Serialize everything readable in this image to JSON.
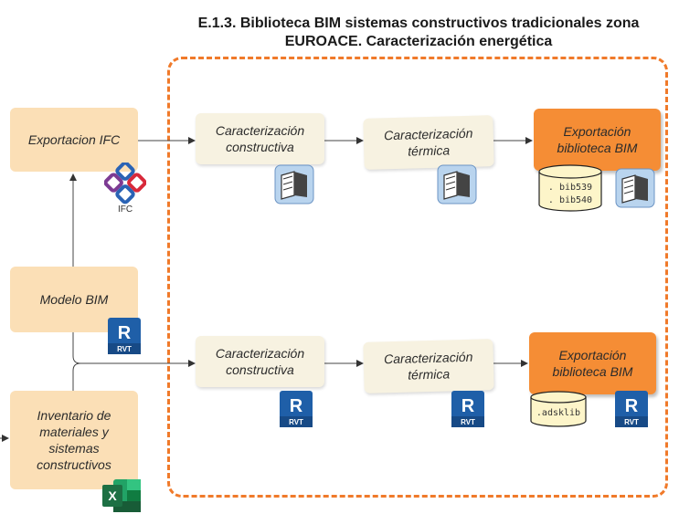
{
  "title": "E.1.3. Biblioteca BIM sistemas constructivos tradicionales zona EUROACE. Caracterización energética",
  "nodes": {
    "exportacion_ifc": "Exportacion IFC",
    "modelo_bim": "Modelo BIM",
    "inventario": "Inventario de materiales y sistemas constructivos",
    "top_caracterizacion_constructiva": "Caracterización constructiva",
    "top_caracterizacion_termica": "Caracterización térmica",
    "top_exportacion_biblioteca": "Exportación biblioteca BIM",
    "bottom_caracterizacion_constructiva": "Caracterización constructiva",
    "bottom_caracterizacion_termica": "Caracterización térmica",
    "bottom_exportacion_biblioteca": "Exportación biblioteca BIM"
  },
  "files": {
    "bib539": ". bib539",
    "bib540": ". bib540",
    "adsklib": ".adsklib"
  },
  "icons": {
    "ifc_label": "IFC",
    "rvt_label": "RVT",
    "revit_letter": "R",
    "excel_letter": "X"
  },
  "colors": {
    "frame": "#f07a2a",
    "orange": "#f58d35",
    "orange_light": "#fbdfb6",
    "beige": "#f7f2e1",
    "revit_blue": "#1f5fa8",
    "excel_green": "#1d7044"
  }
}
